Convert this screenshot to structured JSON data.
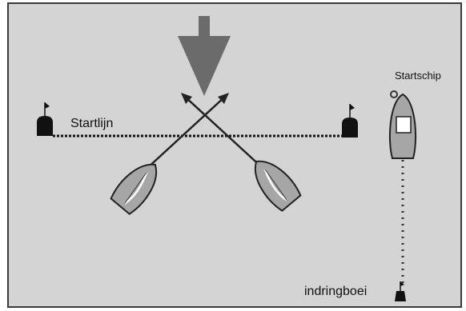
{
  "labels": {
    "start_line": "Startlijn",
    "committee_boat": "Startschip",
    "intruder_buoy": "indringboei"
  },
  "colors": {
    "background": "#d4d4d4",
    "border": "#3a3a3a",
    "wind_arrow": "#6b6b6b",
    "boat_hull": "#a6a6a6",
    "ink": "#111111"
  },
  "icons": [
    "wind-arrow-icon",
    "pin-buoy-icon",
    "sailboat-icon",
    "committee-boat-icon"
  ]
}
